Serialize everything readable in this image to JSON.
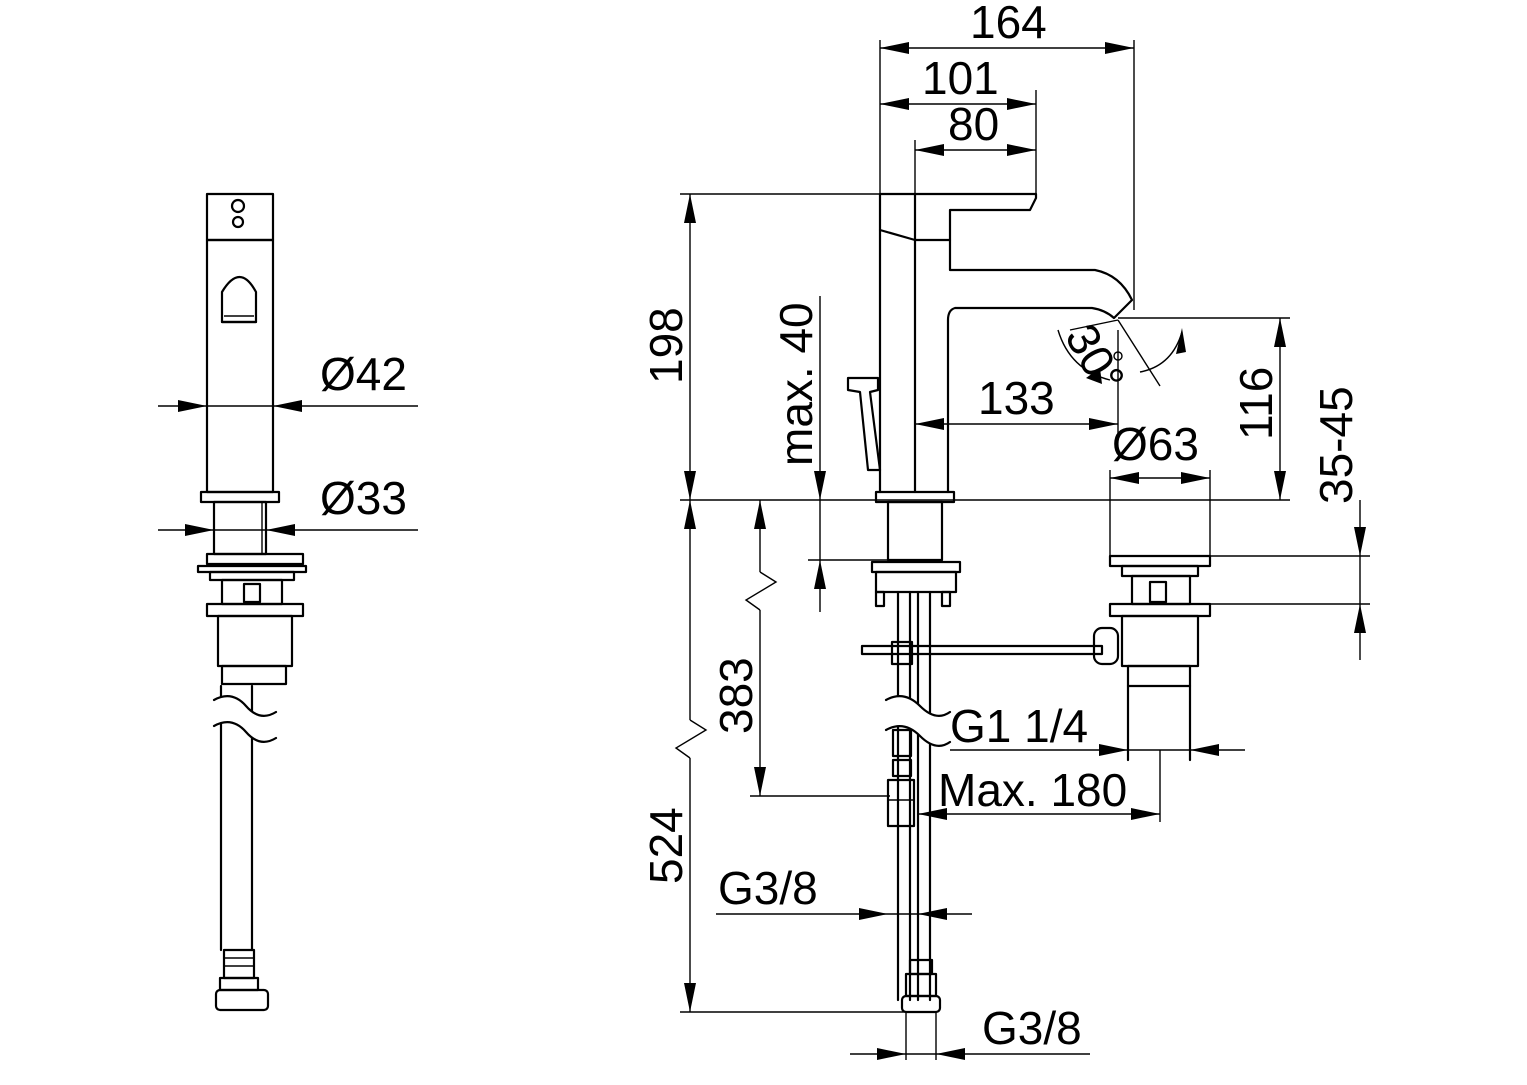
{
  "colors": {
    "line": "#000000",
    "background": "#ffffff"
  },
  "dimensions": {
    "d42": "Ø42",
    "d33": "Ø33",
    "w164": "164",
    "w101": "101",
    "w80": "80",
    "h198": "198",
    "max40": "max. 40",
    "w133": "133",
    "angle30": "30°",
    "h116": "116",
    "d63": "Ø63",
    "r3545": "35-45",
    "h383": "383",
    "h524": "524",
    "g114": "G1 1/4",
    "max180": "Max. 180",
    "g38a": "G3/8",
    "g38b": "G3/8"
  }
}
